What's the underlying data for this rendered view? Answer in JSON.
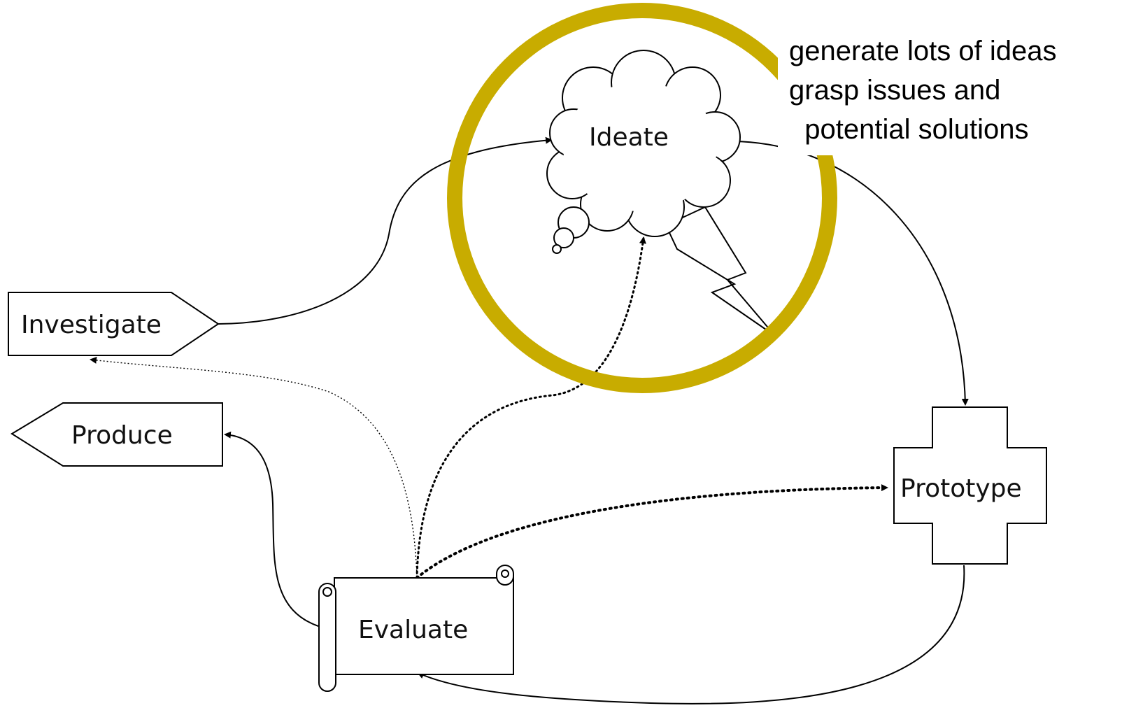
{
  "nodes": {
    "ideate": "Ideate",
    "investigate": "Investigate",
    "produce": "Produce",
    "prototype": "Prototype",
    "evaluate": "Evaluate"
  },
  "callout": {
    "lines": [
      "generate lots of ideas",
      "grasp issues and",
      "  potential solutions"
    ]
  },
  "colors": {
    "highlight_ring": "#C8AC00",
    "line": "#000000",
    "text": "#111111"
  }
}
